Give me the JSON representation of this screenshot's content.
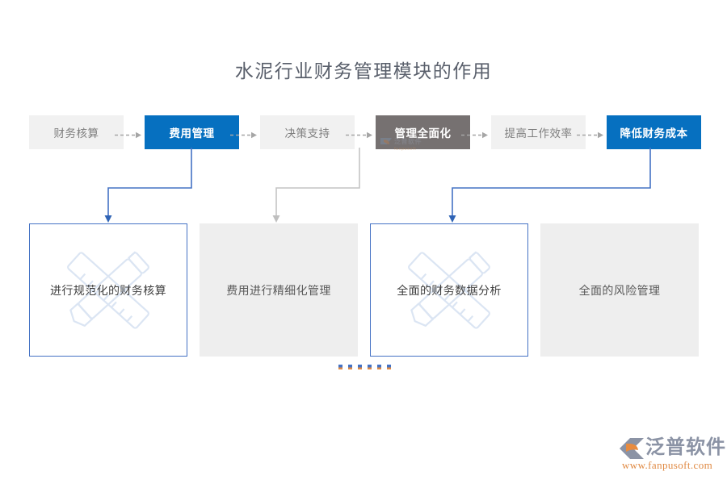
{
  "page": {
    "title": "水泥行业财务管理模块的作用",
    "background": "#ffffff"
  },
  "colors": {
    "accent_blue": "#0670c0",
    "connector_blue": "#4472c4",
    "dark_gray": "#767171",
    "light_gray": "#f1f1f1",
    "card_gray": "#eeeeee",
    "title_gray": "#595f6b",
    "dot_orange": "#e08a44",
    "dot_blue": "#4472c4",
    "logo_gray": "#8b93a5",
    "logo_orange": "#e08a44"
  },
  "flow": {
    "steps": [
      {
        "label": "财务核算",
        "style": "light"
      },
      {
        "label": "费用管理",
        "style": "blue"
      },
      {
        "label": "决策支持",
        "style": "light"
      },
      {
        "label": "管理全面化",
        "style": "dark"
      },
      {
        "label": "提高工作效率",
        "style": "light"
      },
      {
        "label": "降低财务成本",
        "style": "blue"
      }
    ]
  },
  "cards": [
    {
      "text": "进行规范化的财务核算",
      "style": "outlined",
      "watermark": true
    },
    {
      "text": "费用进行精细化管理",
      "style": "filled",
      "watermark": false
    },
    {
      "text": "全面的财务数据分析",
      "style": "outlined",
      "watermark": true
    },
    {
      "text": "全面的风险管理",
      "style": "filled",
      "watermark": false
    }
  ],
  "ellipsis": {
    "groups": 2,
    "dots_per_group": 3
  },
  "logo": {
    "name": "泛普软件",
    "url": "www.fanpusoft.com"
  }
}
